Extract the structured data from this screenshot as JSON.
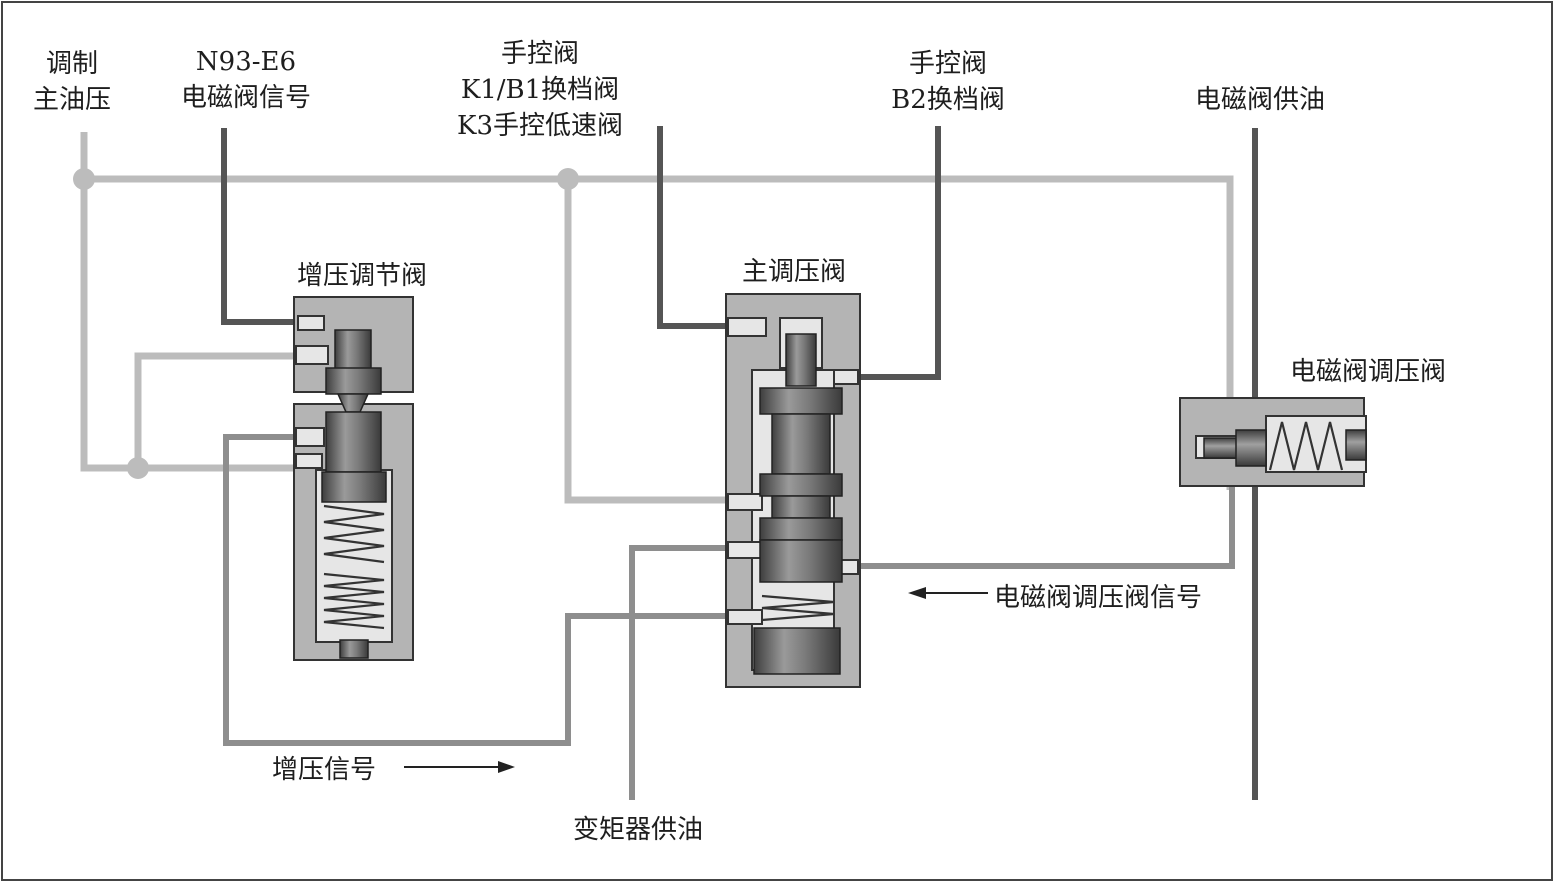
{
  "labels": {
    "modulated_main_pressure": [
      "调制",
      "主油压"
    ],
    "n93_signal": [
      "N93-E6",
      "电磁阀信号"
    ],
    "manual_valve_k1b1": [
      "手控阀",
      "K1/B1换档阀",
      "K3手控低速阀"
    ],
    "manual_valve_b2": [
      "手控阀",
      "B2换档阀"
    ],
    "solenoid_supply": "电磁阀供油",
    "boost_valve": "增压调节阀",
    "main_regulator": "主调压阀",
    "solenoid_regulator": "电磁阀调压阀",
    "solenoid_regulator_signal": "电磁阀调压阀信号",
    "boost_signal": "增压信号",
    "converter_supply": "变矩器供油"
  },
  "colors": {
    "light_line": "#bcbcbc",
    "dark_line": "#555555",
    "body_gray": "#b4b4b4",
    "spool_gray": "#6e6e6e",
    "outline": "#333333"
  }
}
